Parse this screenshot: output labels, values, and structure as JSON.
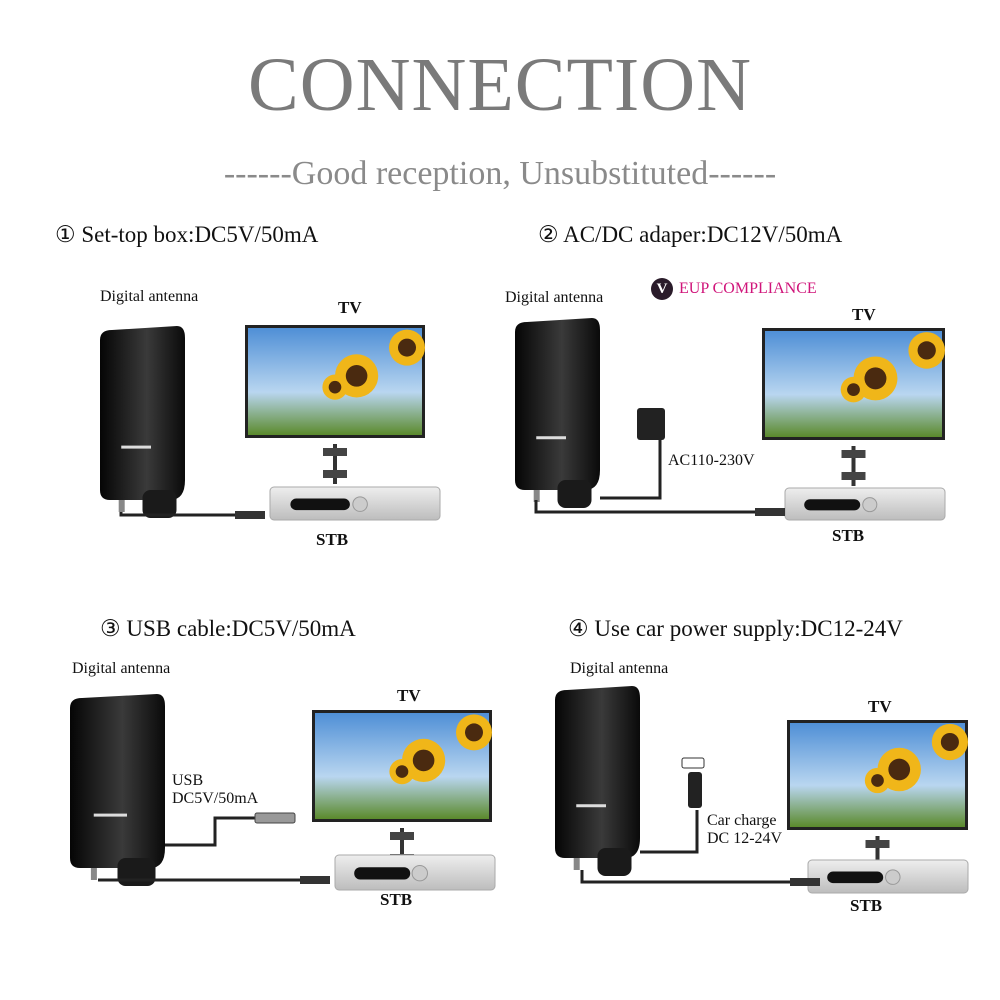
{
  "title": "CONNECTION",
  "subtitle": "------Good reception, Unsubstituted------",
  "panels": [
    {
      "step": "① Set-top box:DC5V/50mA",
      "antenna_label": "Digital antenna",
      "tv_label": "TV",
      "stb_label": "STB"
    },
    {
      "step": "② AC/DC adaper:DC12V/50mA",
      "antenna_label": "Digital antenna",
      "tv_label": "TV",
      "stb_label": "STB",
      "badge_icon": "V",
      "badge_text": "EUP COMPLIANCE",
      "power_label": "AC110-230V"
    },
    {
      "step": "③ USB cable:DC5V/50mA",
      "antenna_label": "Digital antenna",
      "tv_label": "TV",
      "stb_label": "STB",
      "power_label_1": "USB",
      "power_label_2": "DC5V/50mA"
    },
    {
      "step": "④ Use car power supply:DC12-24V",
      "antenna_label": "Digital antenna",
      "tv_label": "TV",
      "stb_label": "STB",
      "power_label_1": "Car charge",
      "power_label_2": "DC 12-24V"
    }
  ],
  "colors": {
    "title": "#7a7a7a",
    "eup": "#d0147a",
    "antenna": "#111111",
    "stb": "#d8d8d8"
  }
}
